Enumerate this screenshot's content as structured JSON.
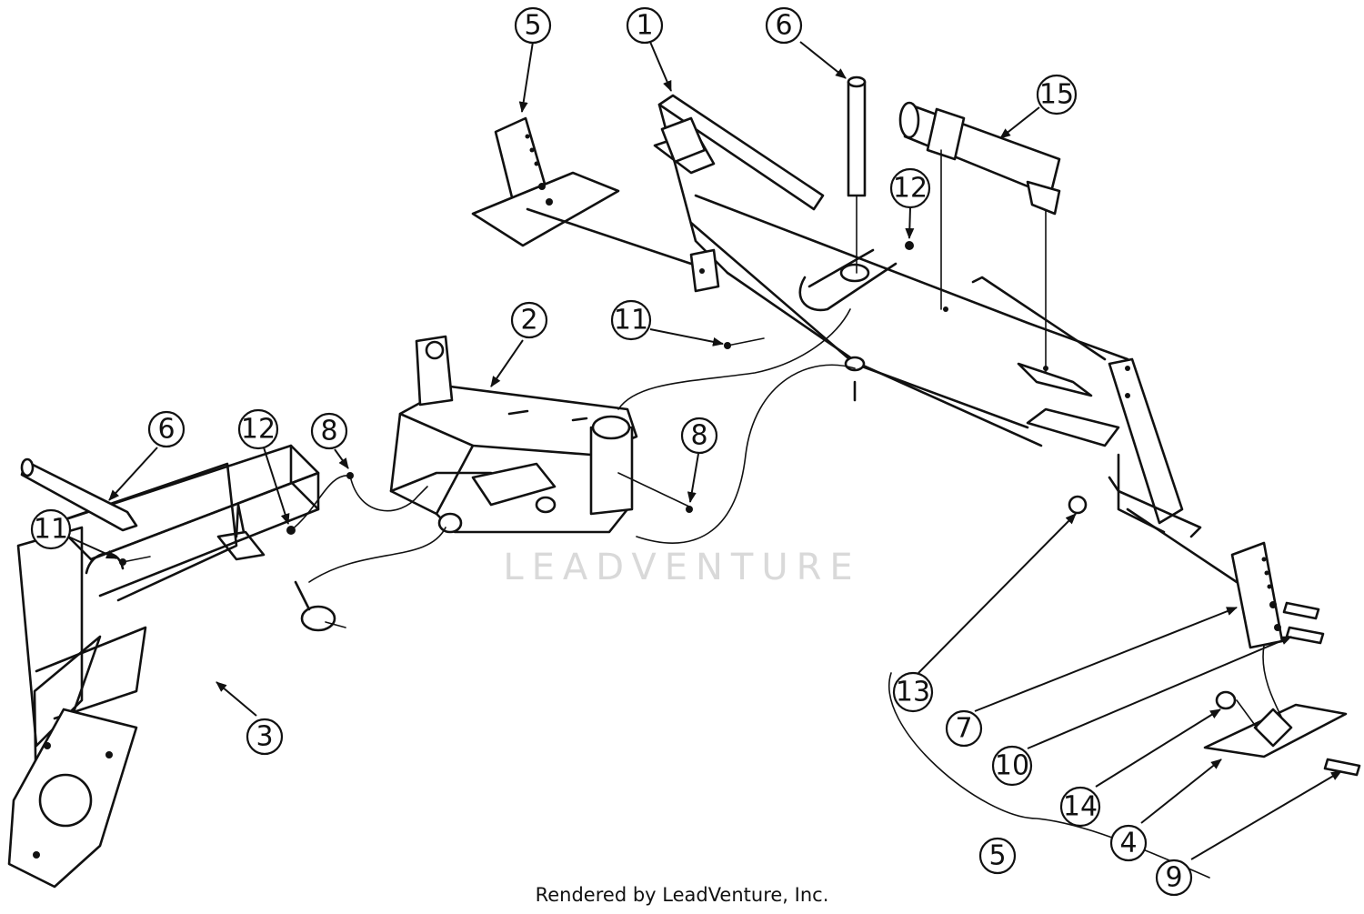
{
  "watermark": "LEADVENTURE",
  "footer": "Rendered by LeadVenture, Inc.",
  "callouts": [
    {
      "id": "c5a",
      "label": "5"
    },
    {
      "id": "c1",
      "label": "1"
    },
    {
      "id": "c6a",
      "label": "6"
    },
    {
      "id": "c15",
      "label": "15"
    },
    {
      "id": "c12a",
      "label": "12"
    },
    {
      "id": "c11a",
      "label": "11"
    },
    {
      "id": "c2",
      "label": "2"
    },
    {
      "id": "c6b",
      "label": "6"
    },
    {
      "id": "c12b",
      "label": "12"
    },
    {
      "id": "c8a",
      "label": "8"
    },
    {
      "id": "c8b",
      "label": "8"
    },
    {
      "id": "c11b",
      "label": "11"
    },
    {
      "id": "c3",
      "label": "3"
    },
    {
      "id": "c13",
      "label": "13"
    },
    {
      "id": "c7",
      "label": "7"
    },
    {
      "id": "c10",
      "label": "10"
    },
    {
      "id": "c14",
      "label": "14"
    },
    {
      "id": "c4",
      "label": "4"
    },
    {
      "id": "c5b",
      "label": "5"
    },
    {
      "id": "c9",
      "label": "9"
    }
  ]
}
